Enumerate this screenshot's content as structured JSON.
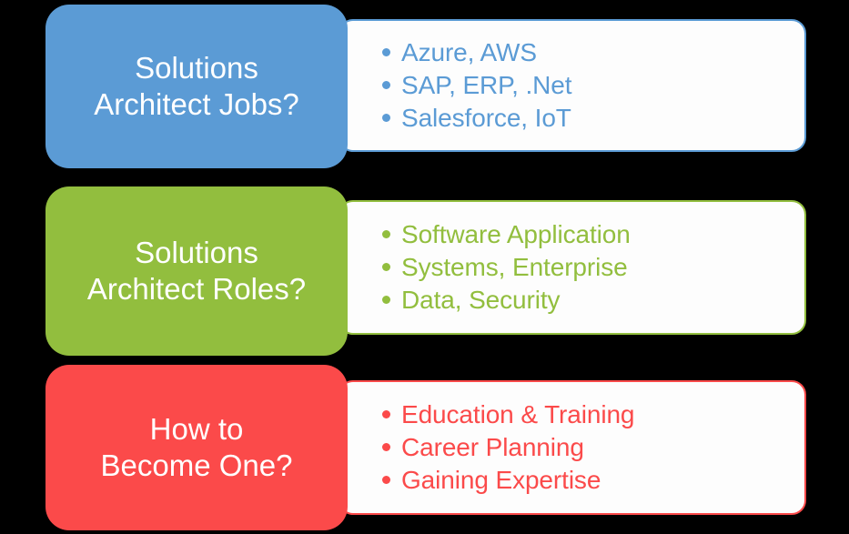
{
  "background_color": "#000000",
  "panel_background": "#FDFDFD",
  "sections": [
    {
      "id": "solutions-architect-jobs",
      "color": "#5B9BD5",
      "title_line_1": "Solutions",
      "title_line_2": "Architect Jobs?",
      "bullets": [
        "Azure, AWS",
        "SAP, ERP, .Net",
        "Salesforce, IoT"
      ]
    },
    {
      "id": "solutions-architect-roles",
      "color": "#92BE3E",
      "title_line_1": "Solutions",
      "title_line_2": "Architect Roles?",
      "bullets": [
        "Software Application",
        "Systems, Enterprise",
        "Data, Security"
      ]
    },
    {
      "id": "how-to-become-one",
      "color": "#FB4A4A",
      "title_line_1": "How to",
      "title_line_2": "Become One?",
      "bullets": [
        "Education & Training",
        "Career Planning",
        "Gaining Expertise"
      ]
    }
  ]
}
